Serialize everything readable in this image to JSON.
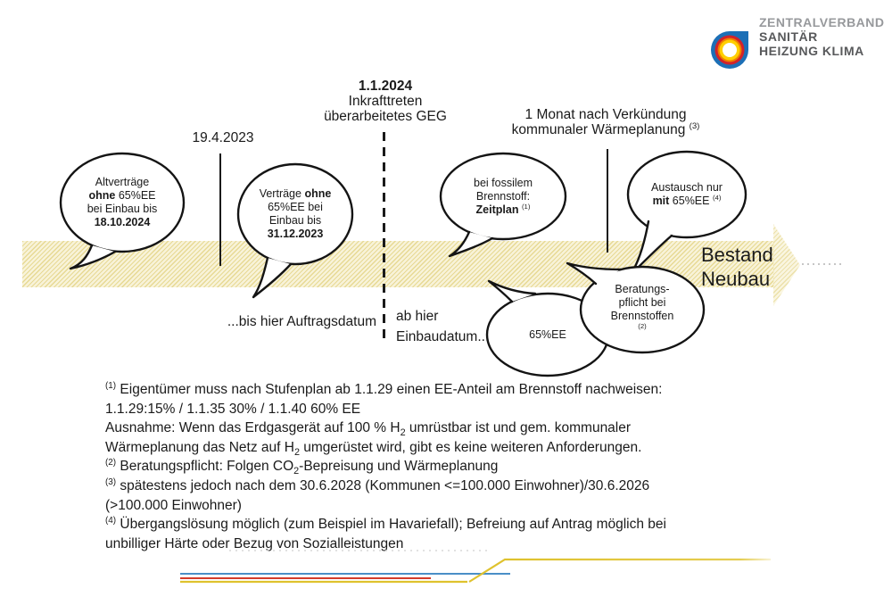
{
  "logo": {
    "name": "ZVSHK",
    "line1": "ZENTRALVERBAND",
    "line2": "SANITÄR",
    "line3": "HEIZUNG KLIMA",
    "icon": "zvshk-drop-icon",
    "colors": {
      "blue": "#1c6fb6",
      "red": "#d2232a",
      "orange": "#f07f00",
      "yellow": "#ffcf00",
      "text_light": "#97999c",
      "text_dark": "#58595b"
    }
  },
  "timeline": {
    "marker_2023": {
      "label": "19.4.2023"
    },
    "marker_2024": {
      "lines": [
        [
          {
            "t": "1.1.2024",
            "b": true
          }
        ],
        [
          {
            "t": "Inkrafttreten"
          }
        ],
        [
          {
            "t": "überarbeitetes GEG"
          }
        ]
      ]
    },
    "marker_waermeplanung": {
      "lines": [
        [
          {
            "t": "1 Monat nach Verkündung"
          }
        ],
        [
          {
            "t": "kommunaler Wärmeplanung "
          },
          {
            "t": "(3)",
            "sup": true
          }
        ]
      ]
    },
    "band": {
      "label_line1": "Bestand",
      "label_line2": "Neubau",
      "color": "#f3ecc2"
    },
    "order_date_label": "...bis hier Auftragsdatum",
    "install_date_lines": [
      [
        {
          "t": "ab hier"
        }
      ],
      [
        {
          "t": "Einbaudatum..."
        }
      ]
    ]
  },
  "bubbles": [
    {
      "id": "altvertraege",
      "lines": [
        [
          {
            "t": "Altverträge"
          }
        ],
        [
          {
            "t": "ohne",
            "b": true
          },
          {
            "t": " 65%EE"
          }
        ],
        [
          {
            "t": "bei Einbau bis"
          }
        ],
        [
          {
            "t": "18.10.2024",
            "b": true
          }
        ]
      ]
    },
    {
      "id": "vertraege",
      "lines": [
        [
          {
            "t": "Verträge "
          },
          {
            "t": "ohne",
            "b": true
          }
        ],
        [
          {
            "t": "65%EE bei"
          }
        ],
        [
          {
            "t": "Einbau bis"
          }
        ],
        [
          {
            "t": "31.12.2023",
            "b": true
          }
        ]
      ]
    },
    {
      "id": "fossiler-brennstoff",
      "lines": [
        [
          {
            "t": "bei fossilem"
          }
        ],
        [
          {
            "t": "Brennstoff:"
          }
        ],
        [
          {
            "t": "Zeitplan",
            "b": true
          },
          {
            "t": " "
          },
          {
            "t": "(1)",
            "sup": true
          }
        ]
      ]
    },
    {
      "id": "austausch",
      "lines": [
        [
          {
            "t": "Austausch nur"
          }
        ],
        [
          {
            "t": "mit",
            "b": true
          },
          {
            "t": " 65%EE "
          },
          {
            "t": "(4)",
            "sup": true
          }
        ]
      ]
    },
    {
      "id": "ee65",
      "lines": [
        [
          {
            "t": "65%EE"
          }
        ]
      ]
    },
    {
      "id": "beratungspflicht",
      "lines": [
        [
          {
            "t": "Beratungs-"
          }
        ],
        [
          {
            "t": "pflicht bei"
          }
        ],
        [
          {
            "t": "Brennstoffen"
          }
        ],
        [
          {
            "t": "(2)",
            "sup": true
          }
        ]
      ]
    }
  ],
  "footnotes": {
    "lines": [
      [
        {
          "t": "(1)",
          "sup": true
        },
        {
          "t": " Eigentümer muss nach Stufenplan ab 1.1.29 einen EE-Anteil am Brennstoff nachweisen:"
        }
      ],
      [
        {
          "t": "1.1.29:15% / 1.1.35 30% / 1.1.40 60% EE"
        }
      ],
      [
        {
          "t": "Ausnahme: Wenn das Erdgasgerät auf 100 % H"
        },
        {
          "t": "2",
          "sub": true
        },
        {
          "t": " umrüstbar ist und gem. kommunaler"
        }
      ],
      [
        {
          "t": "Wärmeplanung das Netz auf H"
        },
        {
          "t": "2",
          "sub": true
        },
        {
          "t": " umgerüstet wird, gibt es keine weiteren Anforderungen."
        }
      ],
      [
        {
          "t": "(2)",
          "sup": true
        },
        {
          "t": " Beratungspflicht: Folgen CO"
        },
        {
          "t": "2",
          "sub": true
        },
        {
          "t": "-Bepreisung und Wärmeplanung"
        }
      ],
      [
        {
          "t": "(3)",
          "sup": true
        },
        {
          "t": " spätestens jedoch nach dem 30.6.2028 (Kommunen <=100.000 Einwohner)/30.6.2026"
        }
      ],
      [
        {
          "t": "(>100.000 Einwohner)"
        }
      ],
      [
        {
          "t": "(4)",
          "sup": true
        },
        {
          "t": " Übergangslösung möglich (zum Beispiel im Havariefall); Befreiung auf Antrag möglich bei"
        }
      ],
      [
        {
          "t": "unbilliger Härte oder Bezug von Sozialleistungen"
        }
      ]
    ]
  },
  "colors": {
    "footer_blue": "#4a8fc7",
    "footer_red": "#d43b2a",
    "footer_yellow": "#dfc22e"
  }
}
